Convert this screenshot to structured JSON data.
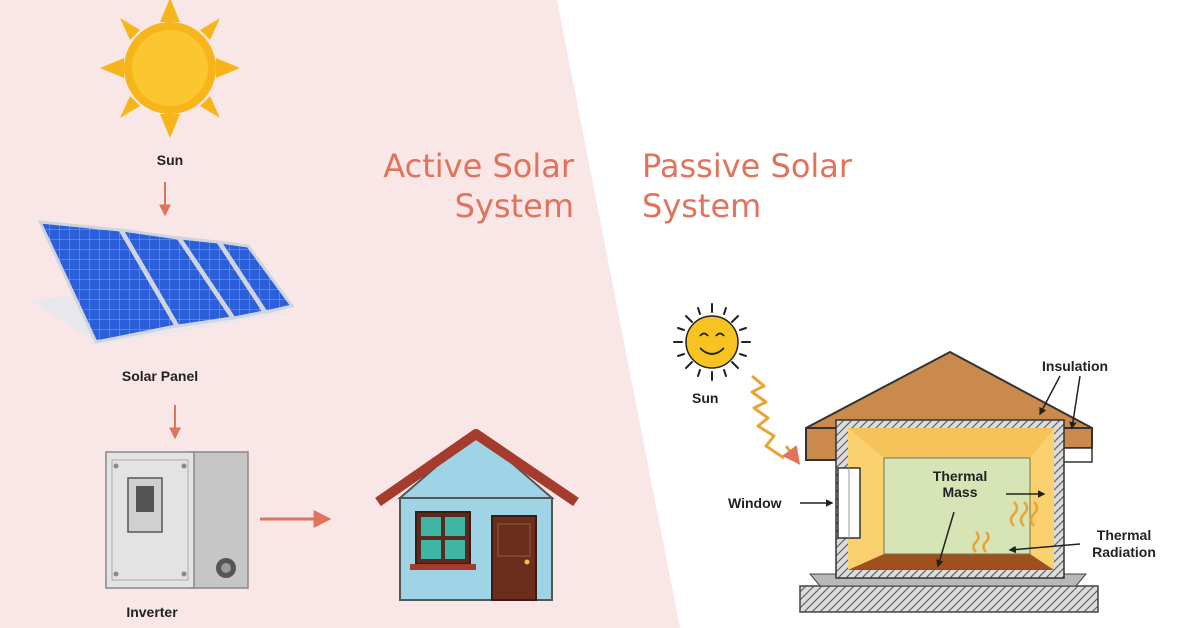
{
  "colors": {
    "active_bg": "#f9e6e6",
    "heading": "#e0735b",
    "arrow": "#e0735b",
    "sun_body": "#f7b519",
    "panel_blue": "#2b5fd9",
    "house_wall": "#9fd3e6",
    "roof_red": "#a43b2c",
    "wood": "#c98a4b",
    "thermal_mass": "#d6e4b6"
  },
  "active": {
    "title_line1": "Active Solar",
    "title_line2": "System",
    "sun_label": "Sun",
    "panel_label": "Solar Panel",
    "inverter_label": "Inverter"
  },
  "passive": {
    "title_line1": "Passive Solar",
    "title_line2": "System",
    "sun_label": "Sun",
    "insulation_label": "Insulation",
    "window_label": "Window",
    "mass_line1": "Thermal",
    "mass_line2": "Mass",
    "radiation_line1": "Thermal",
    "radiation_line2": "Radiation"
  },
  "icons": [
    "sun-icon",
    "solar-panel-icon",
    "inverter-icon",
    "house-icon",
    "smiling-sun-icon",
    "passive-house-icon"
  ]
}
